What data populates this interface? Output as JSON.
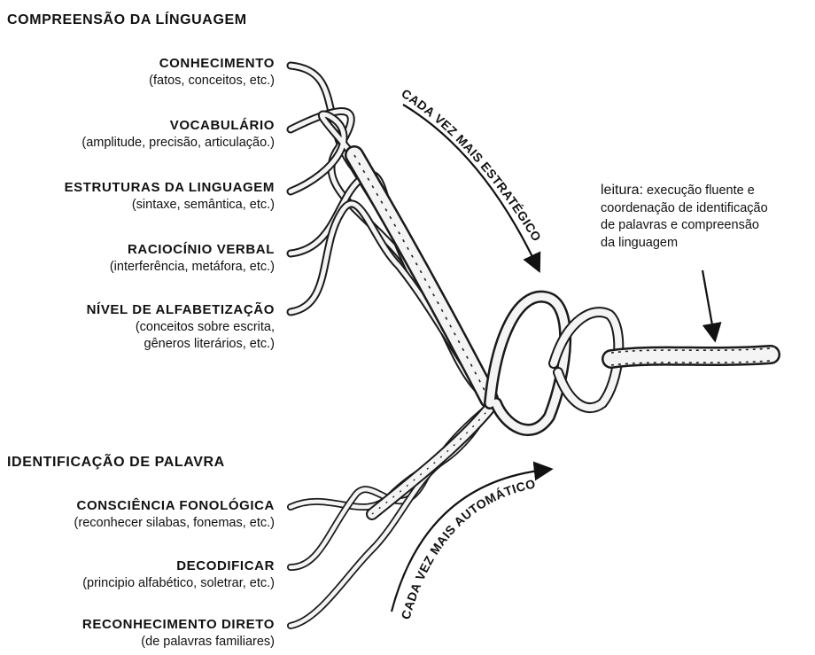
{
  "titles": {
    "language": "COMPREENSÃO DA LÍNGUAGEM",
    "word": "IDENTIFICAÇÃO DE PALAVRA"
  },
  "language_strands": [
    {
      "name": "CONHECIMENTO",
      "desc": "(fatos, conceitos, etc.)"
    },
    {
      "name": "VOCABULÁRIO",
      "desc": "(amplitude, precisão, articulação.)"
    },
    {
      "name": "ESTRUTURAS DA LINGUAGEM",
      "desc": "(sintaxe, semântica, etc.)"
    },
    {
      "name": "RACIOCÍNIO VERBAL",
      "desc": "(interferência, metáfora, etc.)"
    },
    {
      "name": "NÍVEL DE ALFABETIZAÇÃO",
      "desc1": "(conceitos sobre escrita,",
      "desc2": "gêneros literários, etc.)"
    }
  ],
  "word_strands": [
    {
      "name": "CONSCIÊNCIA FONOLÓGICA",
      "desc": "(reconhecer silabas, fonemas, etc.)"
    },
    {
      "name": "DECODIFICAR",
      "desc": "(principio alfabético, soletrar, etc.)"
    },
    {
      "name": "RECONHECIMENTO DIRETO",
      "desc": "(de palavras familiares)"
    }
  ],
  "arrows": {
    "strategic": "CADA VEZ MAIS ESTRATÉGICO",
    "automatic": "CADA VEZ MAIS AUTOMÁTICO"
  },
  "reading_note": {
    "lead": "leitura:",
    "text1": " execução fluente e",
    "text2": "coordenação de  identificação",
    "text3": "de palavras e compreensão",
    "text4": "da linguagem"
  },
  "colors": {
    "ink": "#111111",
    "rope_fill": "#f4f4f4"
  }
}
